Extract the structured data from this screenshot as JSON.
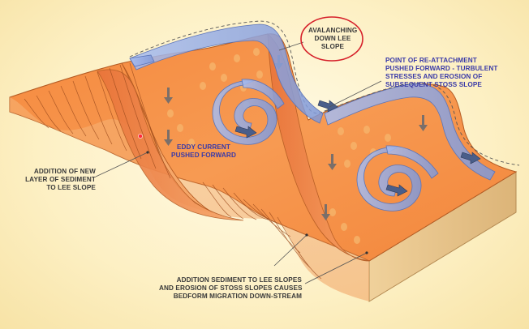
{
  "colors": {
    "background": "#fdf0c4",
    "sediment_top": "#f7924a",
    "sediment_side": "#f2b27a",
    "block_side": "#e8c487",
    "flow_arrow": "#8ea7e0",
    "label_dark": "#3a3a3a",
    "label_blue": "#3a3aa8",
    "highlight_ring": "#d6202a"
  },
  "labels": {
    "avalanching": [
      "AVALANCHING",
      "DOWN LEE",
      "SLOPE"
    ],
    "reattachment": [
      "POINT OF RE-ATTACHMENT",
      "PUSHED FORWARD - TURBULENT",
      "STRESSES AND EROSION OF",
      "SUBSEQUENT STOSS SLOPE"
    ],
    "eddy": [
      "EDDY CURRENT",
      "PUSHED FORWARD"
    ],
    "addition_new_layer": [
      "ADDITION OF NEW",
      "LAYER OF SEDIMENT",
      "TO LEE SLOPE"
    ],
    "migration": [
      "ADDITION SEDIMENT TO LEE SLOPES",
      "AND EROSION OF STOSS SLOPES CAUSES",
      "BEDFORM MIGRATION DOWN-STREAM"
    ]
  }
}
